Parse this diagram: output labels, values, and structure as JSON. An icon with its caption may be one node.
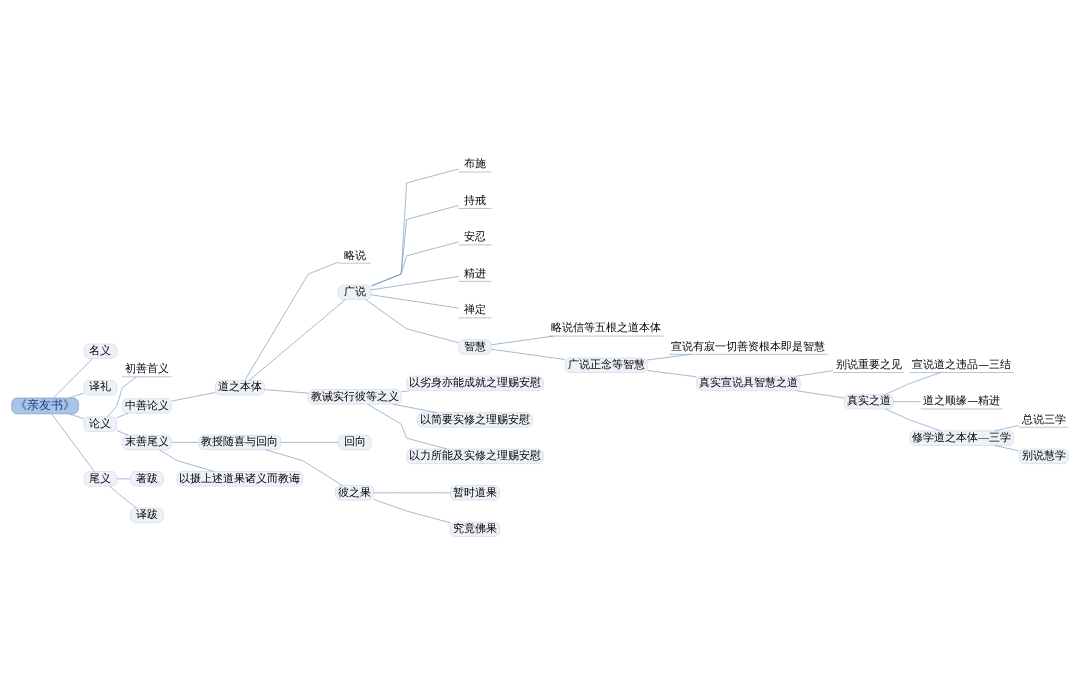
{
  "diagram": {
    "nodes": [
      {
        "text": [
          "《亲友书》"
        ]
      },
      {
        "text": [
          "名义"
        ]
      },
      {
        "text": [
          "译礼"
        ]
      },
      {
        "text": [
          "论义"
        ]
      },
      {
        "text": [
          "初善首义"
        ]
      },
      {
        "text": [
          "中善论义"
        ]
      },
      {
        "text": [
          "道之本体"
        ]
      },
      {
        "text": [
          "略说"
        ]
      },
      {
        "text": [
          "广说"
        ]
      },
      {
        "text": [
          "布施"
        ]
      },
      {
        "text": [
          "持戒"
        ]
      },
      {
        "text": [
          "安忍"
        ]
      },
      {
        "text": [
          "精进"
        ]
      },
      {
        "text": [
          "禅定"
        ]
      },
      {
        "text": [
          "智慧"
        ]
      },
      {
        "text": [
          "略说信等五根之道本体"
        ]
      },
      {
        "text": [
          "广说正念等智慧"
        ]
      },
      {
        "text": [
          "宣说有寂一切善资根本即是智慧"
        ]
      },
      {
        "text": [
          "真实宣说具智慧之道"
        ]
      },
      {
        "text": [
          "别说重要之见"
        ]
      },
      {
        "text": [
          "真实之道"
        ]
      },
      {
        "text": [
          "宣说道之违品—三结"
        ]
      },
      {
        "text": [
          "道之顺缘—精进"
        ]
      },
      {
        "text": [
          "修学道之本体—三学"
        ]
      },
      {
        "text": [
          "总说三学"
        ]
      },
      {
        "text": [
          "别说慧学"
        ]
      },
      {
        "text": [
          "教诫实行彼等之义"
        ]
      },
      {
        "text": [
          "以劣身亦能成就之理赐安慰"
        ]
      },
      {
        "text": [
          "以简要实修之理赐安慰"
        ]
      },
      {
        "text": [
          "以力所能及实修之理赐安慰"
        ]
      },
      {
        "text": [
          "末善尾义"
        ]
      },
      {
        "text": [
          "教授随喜与回向"
        ]
      },
      {
        "text": [
          "回向"
        ]
      },
      {
        "text": [
          "彼之果"
        ]
      },
      {
        "text": [
          "暂时道果"
        ]
      },
      {
        "text": [
          "究竟佛果"
        ]
      },
      {
        "text": [
          "以摄上述道果诸义而教诲"
        ]
      },
      {
        "text": [
          "尾义"
        ]
      },
      {
        "text": [
          "著跋"
        ]
      },
      {
        "text": [
          "译跋"
        ]
      }
    ],
    "edges": [
      {
        "from": 0,
        "to": 1,
        "arrow": "none"
      },
      {
        "from": 0,
        "to": 2,
        "arrow": "none"
      },
      {
        "from": 0,
        "to": 3,
        "arrow": "none"
      },
      {
        "from": 0,
        "to": 37,
        "arrow": "none"
      },
      {
        "from": 3,
        "to": 4,
        "arrow": "none"
      },
      {
        "from": 3,
        "to": 5,
        "arrow": "none"
      },
      {
        "from": 3,
        "to": 30,
        "arrow": "none"
      },
      {
        "from": 5,
        "to": 6,
        "arrow": "none"
      },
      {
        "from": 6,
        "to": 7,
        "arrow": "none"
      },
      {
        "from": 6,
        "to": 8,
        "arrow": "none"
      },
      {
        "from": 6,
        "to": 26,
        "arrow": "none"
      },
      {
        "from": 8,
        "to": 9,
        "arrow": "none"
      },
      {
        "from": 8,
        "to": 10,
        "arrow": "none"
      },
      {
        "from": 8,
        "to": 11,
        "arrow": "none"
      },
      {
        "from": 8,
        "to": 12,
        "arrow": "none"
      },
      {
        "from": 8,
        "to": 13,
        "arrow": "none"
      },
      {
        "from": 8,
        "to": 14,
        "arrow": "none"
      },
      {
        "from": 14,
        "to": 15,
        "arrow": "none"
      },
      {
        "from": 14,
        "to": 16,
        "arrow": "none"
      },
      {
        "from": 16,
        "to": 17,
        "arrow": "none"
      },
      {
        "from": 16,
        "to": 18,
        "arrow": "none"
      },
      {
        "from": 18,
        "to": 19,
        "arrow": "none"
      },
      {
        "from": 18,
        "to": 20,
        "arrow": "none"
      },
      {
        "from": 20,
        "to": 21,
        "arrow": "none"
      },
      {
        "from": 20,
        "to": 22,
        "arrow": "none"
      },
      {
        "from": 20,
        "to": 23,
        "arrow": "none"
      },
      {
        "from": 23,
        "to": 24,
        "arrow": "none"
      },
      {
        "from": 23,
        "to": 25,
        "arrow": "none"
      },
      {
        "from": 26,
        "to": 27,
        "arrow": "none"
      },
      {
        "from": 26,
        "to": 28,
        "arrow": "none"
      },
      {
        "from": 26,
        "to": 29,
        "arrow": "none"
      },
      {
        "from": 30,
        "to": 31,
        "arrow": "none"
      },
      {
        "from": 30,
        "to": 36,
        "arrow": "none"
      },
      {
        "from": 31,
        "to": 32,
        "arrow": "none"
      },
      {
        "from": 31,
        "to": 33,
        "arrow": "none"
      },
      {
        "from": 33,
        "to": 34,
        "arrow": "none"
      },
      {
        "from": 33,
        "to": 35,
        "arrow": "none"
      },
      {
        "from": 37,
        "to": 38,
        "arrow": "none"
      },
      {
        "from": 37,
        "to": 39,
        "arrow": "none"
      }
    ]
  }
}
